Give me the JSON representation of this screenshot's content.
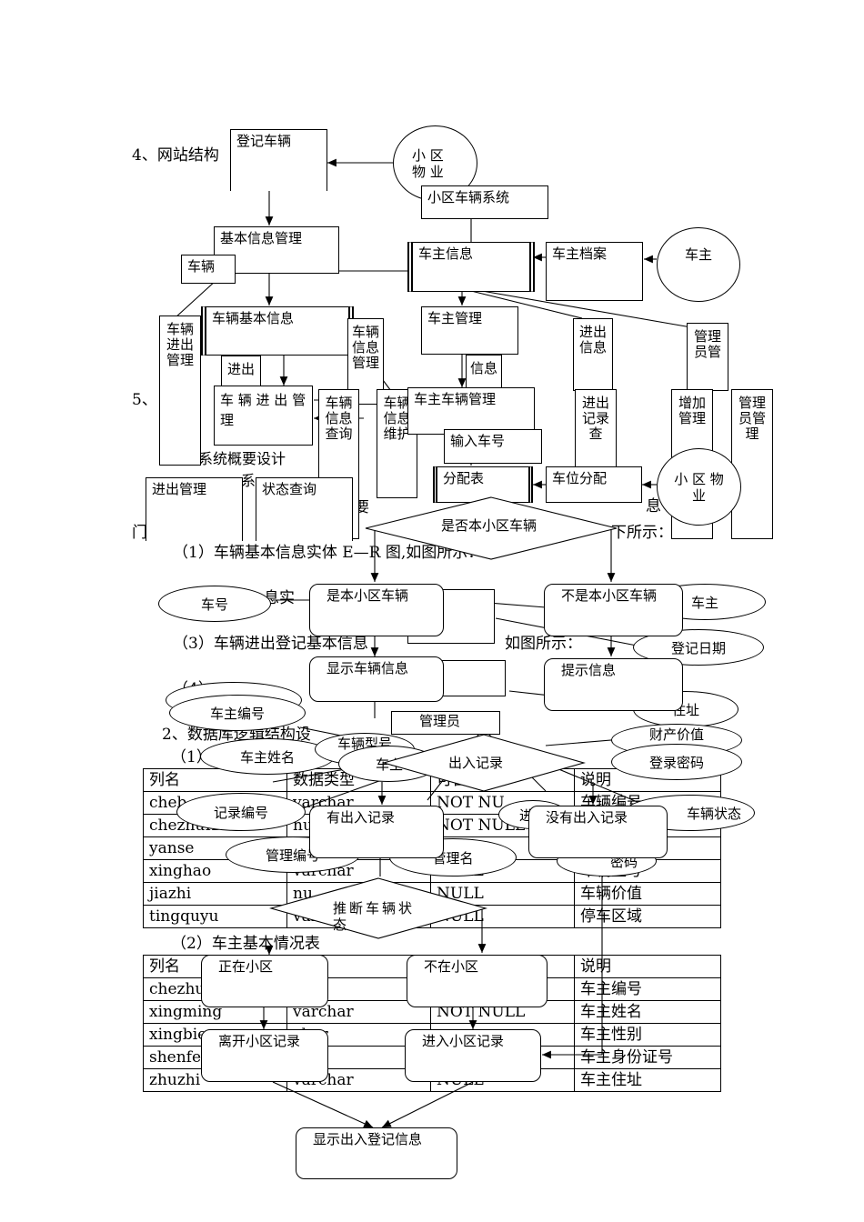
{
  "doc": {
    "heading4": "4、网站结构",
    "heading5": "5、",
    "para_sys": "系统概要设计",
    "para_sys2": "系",
    "para_intro1": "要",
    "para_intro_right": "息",
    "para_men": "门",
    "para_men2": "实体",
    "para_info": "信",
    "para_ru": "下所示：",
    "er1": "（1）车辆基本信息实体 E—R 图,如图所示：",
    "er2": "息实",
    "er3": "（3）车辆进出登记基本信息",
    "er3_tail": "如图所示：",
    "er4": "（4）",
    "db_title": "2、数据库逻辑结构设",
    "t1_caption": "（1）",
    "t2_caption": "（2）车主基本情况表"
  },
  "table1": {
    "headers": [
      "列名",
      "数据类型",
      "可否为空",
      "说明"
    ],
    "rows": [
      [
        "cheb",
        "varchar",
        "NOT NU",
        "车辆编号"
      ],
      [
        "chezhuID",
        "nu",
        "NOT NULL",
        ""
      ],
      [
        "yanse",
        "",
        "",
        ""
      ],
      [
        "xinghao",
        "varchar",
        "NULL",
        "车辆型号"
      ],
      [
        "jiazhi",
        "nu",
        "NULL",
        "车辆价值"
      ],
      [
        "tingquyu",
        "varc",
        "NULL",
        "停车区域"
      ]
    ]
  },
  "table2": {
    "headers": [
      "列名",
      "类型",
      "",
      "说明"
    ],
    "rows": [
      [
        "chezhu",
        "char",
        "",
        "车主编号"
      ],
      [
        "xingming",
        "varchar",
        "NOT NULL",
        "车主姓名"
      ],
      [
        "xingbie",
        "char",
        "",
        "车主性别"
      ],
      [
        "shenfen",
        "char",
        "",
        "车主身份证号"
      ],
      [
        "zhuzhi",
        "varchar",
        "NULL",
        "车主住址"
      ]
    ]
  },
  "nodes": {
    "dengji": "登记车辆",
    "wuye1": "小 区 物 业",
    "xitong": "小区车辆系统",
    "jiben": "基本信息管理",
    "chefu": "车辆",
    "chezhuxinxi": "车主信息",
    "dangan": "车主档案",
    "chezhu": "车主",
    "cljbxx": "车辆基本信息",
    "czgl": "车主管理",
    "cljcgl_v": "车辆进出管理",
    "jinchu_v": "进出",
    "clxxgl_v": "车辆信息管理",
    "xinxi_v": "信息",
    "jcxx_v": "进出信息",
    "glygl_v": "管理员管",
    "cljc": "车 辆 进 出 管理",
    "clxxcx_v": "车辆信息查询",
    "clxxwh_v": "车辆信息维护",
    "czclgl": "车主车辆管理",
    "jcjlc_v": "进出记录查",
    "zjgl_v": "增加管理",
    "glygl2_v": "管理员管理",
    "shuru": "输入车号",
    "fenpei": "分配表",
    "chewei": "车位分配",
    "wuye2": "小 区 物业",
    "jinchugl": "进出管理",
    "zhuangtai": "状态查询",
    "shifou": "是否本小区车辆",
    "shi": "是本小区车辆",
    "bushi": "不是本小区车辆",
    "xianshi": "显示车辆信息",
    "tishi": "提示信息",
    "churu": "出入记录",
    "you": "有出入记录",
    "meiyou": "没有出入记录",
    "tuiduan": "推断车辆状态",
    "zaixiao": "正在小区",
    "buzai": "不在小区",
    "likai": "离开小区记录",
    "jinru": "进入小区记录",
    "xianshidj": "显示出入登记信息"
  },
  "attrs": {
    "chehao": "车号",
    "chezhu2": "车主",
    "djrq": "登记日期",
    "czbh": "车主编号",
    "zhuzhi": "住址",
    "czxm": "车主姓名",
    "caichan": "财产价值",
    "dlmm": "登录密码",
    "jlbh": "记录编号",
    "clzt": "车辆状态",
    "glbh": "管理编号",
    "glm": "管理名",
    "mima": "密码",
    "guanliyuan": "管理员",
    "jilu": "记录",
    "cheliangxh": "车辆型号",
    "che": "车主",
    "jinchu": "进出",
    "zhu": "主"
  }
}
